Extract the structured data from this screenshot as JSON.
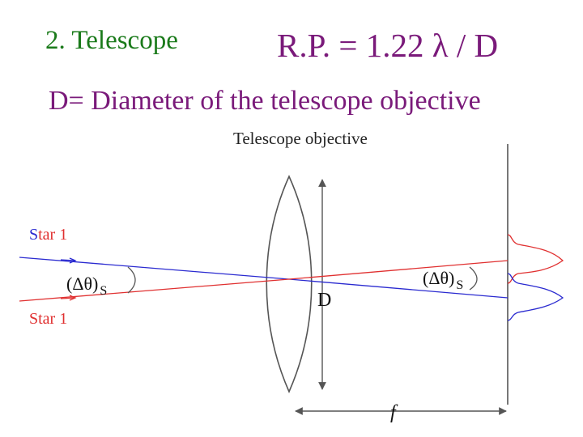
{
  "heading": {
    "title": "2. Telescope",
    "formula": "R.P. = 1.22 λ / D"
  },
  "subheading": "D= Diameter of the telescope objective",
  "diagram": {
    "objective_label": "Telescope objective",
    "star_top_prefix": "S",
    "star_top_rest": "tar 1",
    "star_bottom": "Star 1",
    "angle_left": "(Δθ)",
    "angle_left_sub": "S",
    "angle_right": "(Δθ)",
    "angle_right_sub": "S",
    "diameter_label": "D",
    "focal_label": "f",
    "colors": {
      "red_ray": "#e03030",
      "blue_ray": "#2a2ad0",
      "line": "#555555",
      "title_green": "#1a7a1a",
      "title_purple": "#7a1a7a"
    }
  }
}
